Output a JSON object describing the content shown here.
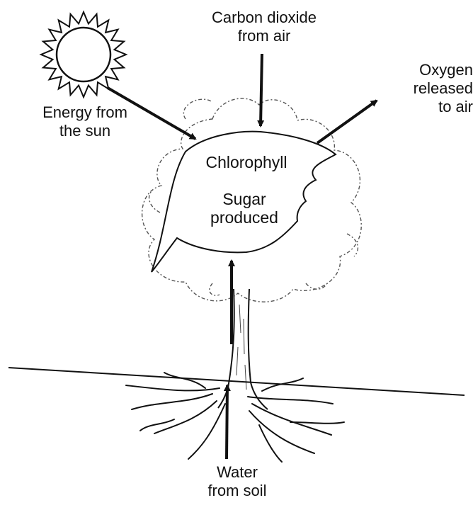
{
  "labels": {
    "co2": [
      "Carbon dioxide",
      "from air"
    ],
    "oxygen": [
      "Oxygen",
      "released",
      "to air"
    ],
    "energy": [
      "Energy from",
      "the sun"
    ],
    "chlorophyll": "Chlorophyll",
    "sugar": [
      "Sugar",
      "produced"
    ],
    "water": [
      "Water",
      "from soil"
    ]
  },
  "colors": {
    "ink": "#111111",
    "background": "#ffffff",
    "canopy": "#555555"
  }
}
